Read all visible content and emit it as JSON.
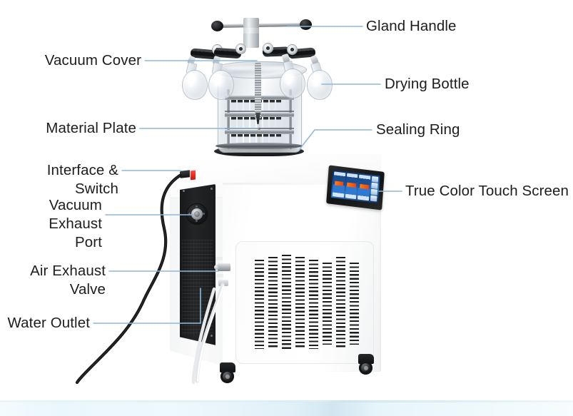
{
  "image": {
    "subject": "Laboratory vertical freeze dryer (lyophilizer) with top-press glass drying chamber",
    "background_color": "#ffffff",
    "leader_line_color": "#8fb8d8",
    "label_text_color": "#1d1d1b",
    "accent_colors": {
      "cabinet_white": "#fbfbfb",
      "side_panel_black": "#1b1d1f",
      "screen_blue": "#2a74c4",
      "screen_orange": "#ef5a12",
      "switch_red": "#d41e10",
      "bottom_band_blue": "#ddeff8"
    }
  },
  "annotations": {
    "left": [
      {
        "id": "vacuum-cover",
        "text": "Vacuum Cover"
      },
      {
        "id": "material-plate",
        "text": "Material Plate"
      },
      {
        "id": "interface-switch",
        "text": "Interface & Switch"
      },
      {
        "id": "vacuum-exhaust-port",
        "text": "Vacuum Exhaust\nPort"
      },
      {
        "id": "air-exhaust-valve",
        "text": "Air Exhaust Valve"
      },
      {
        "id": "water-outlet",
        "text": "Water Outlet"
      }
    ],
    "right": [
      {
        "id": "gland-handle",
        "text": "Gland Handle"
      },
      {
        "id": "drying-bottle",
        "text": "Drying Bottle"
      },
      {
        "id": "sealing-ring",
        "text": "Sealing Ring"
      },
      {
        "id": "true-color-touch-screen",
        "text": "True Color Touch Screen"
      }
    ]
  },
  "machine_parts": {
    "gland_handle": "gland-handle",
    "vacuum_cover": "vacuum-cover",
    "drying_bottles_count": 4,
    "material_plates_count": 3,
    "sealing_ring": "sealing-ring",
    "touch_screen_panels": 3,
    "grille_columns": 8,
    "casters_count": 2
  }
}
